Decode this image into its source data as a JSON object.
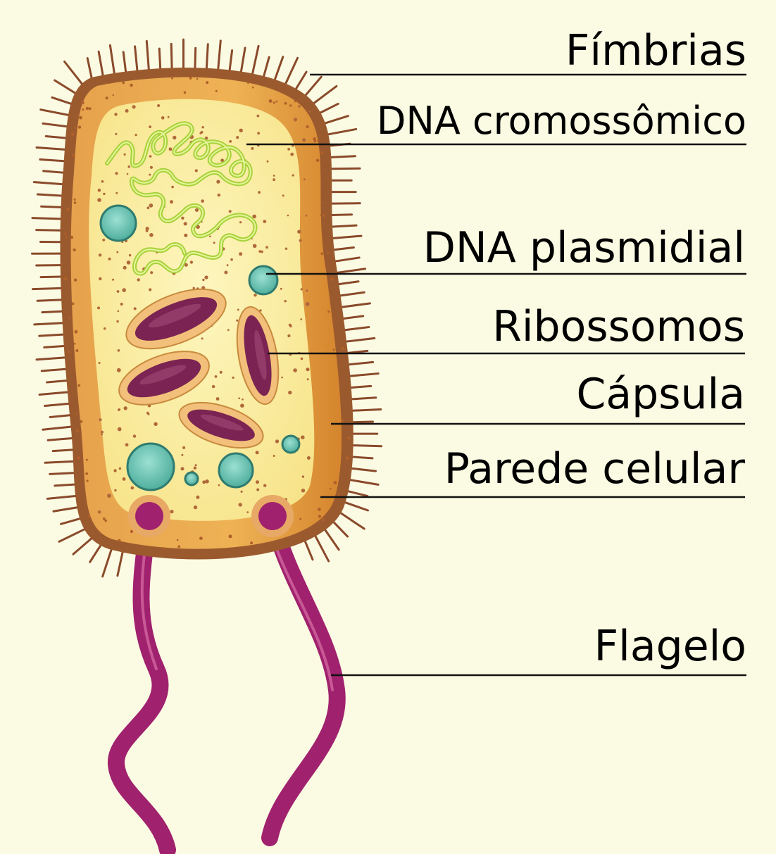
{
  "labels": {
    "fimbrias": "Fímbrias",
    "dna_cromossomico": "DNA cromossômico",
    "dna_plasmidial": "DNA plasmidial",
    "ribossomos": "Ribossomos",
    "capsula": "Cápsula",
    "parede_celular": "Parede celular",
    "flagelo": "Flagelo"
  },
  "colors": {
    "background": "#fbfbe4",
    "fimbria": "#8a4a2a",
    "capsule": "#e9a446",
    "capsule_edge": "#9b5a2e",
    "cytoplasm": "#fbf1a8",
    "dna": "#a6d23c",
    "plasmid": "#66bfae",
    "ribosome_body": "#7b2352",
    "ribosome_rim": "#f2c07a",
    "flagellum": "#a0216d",
    "leader_line": "#111111"
  }
}
